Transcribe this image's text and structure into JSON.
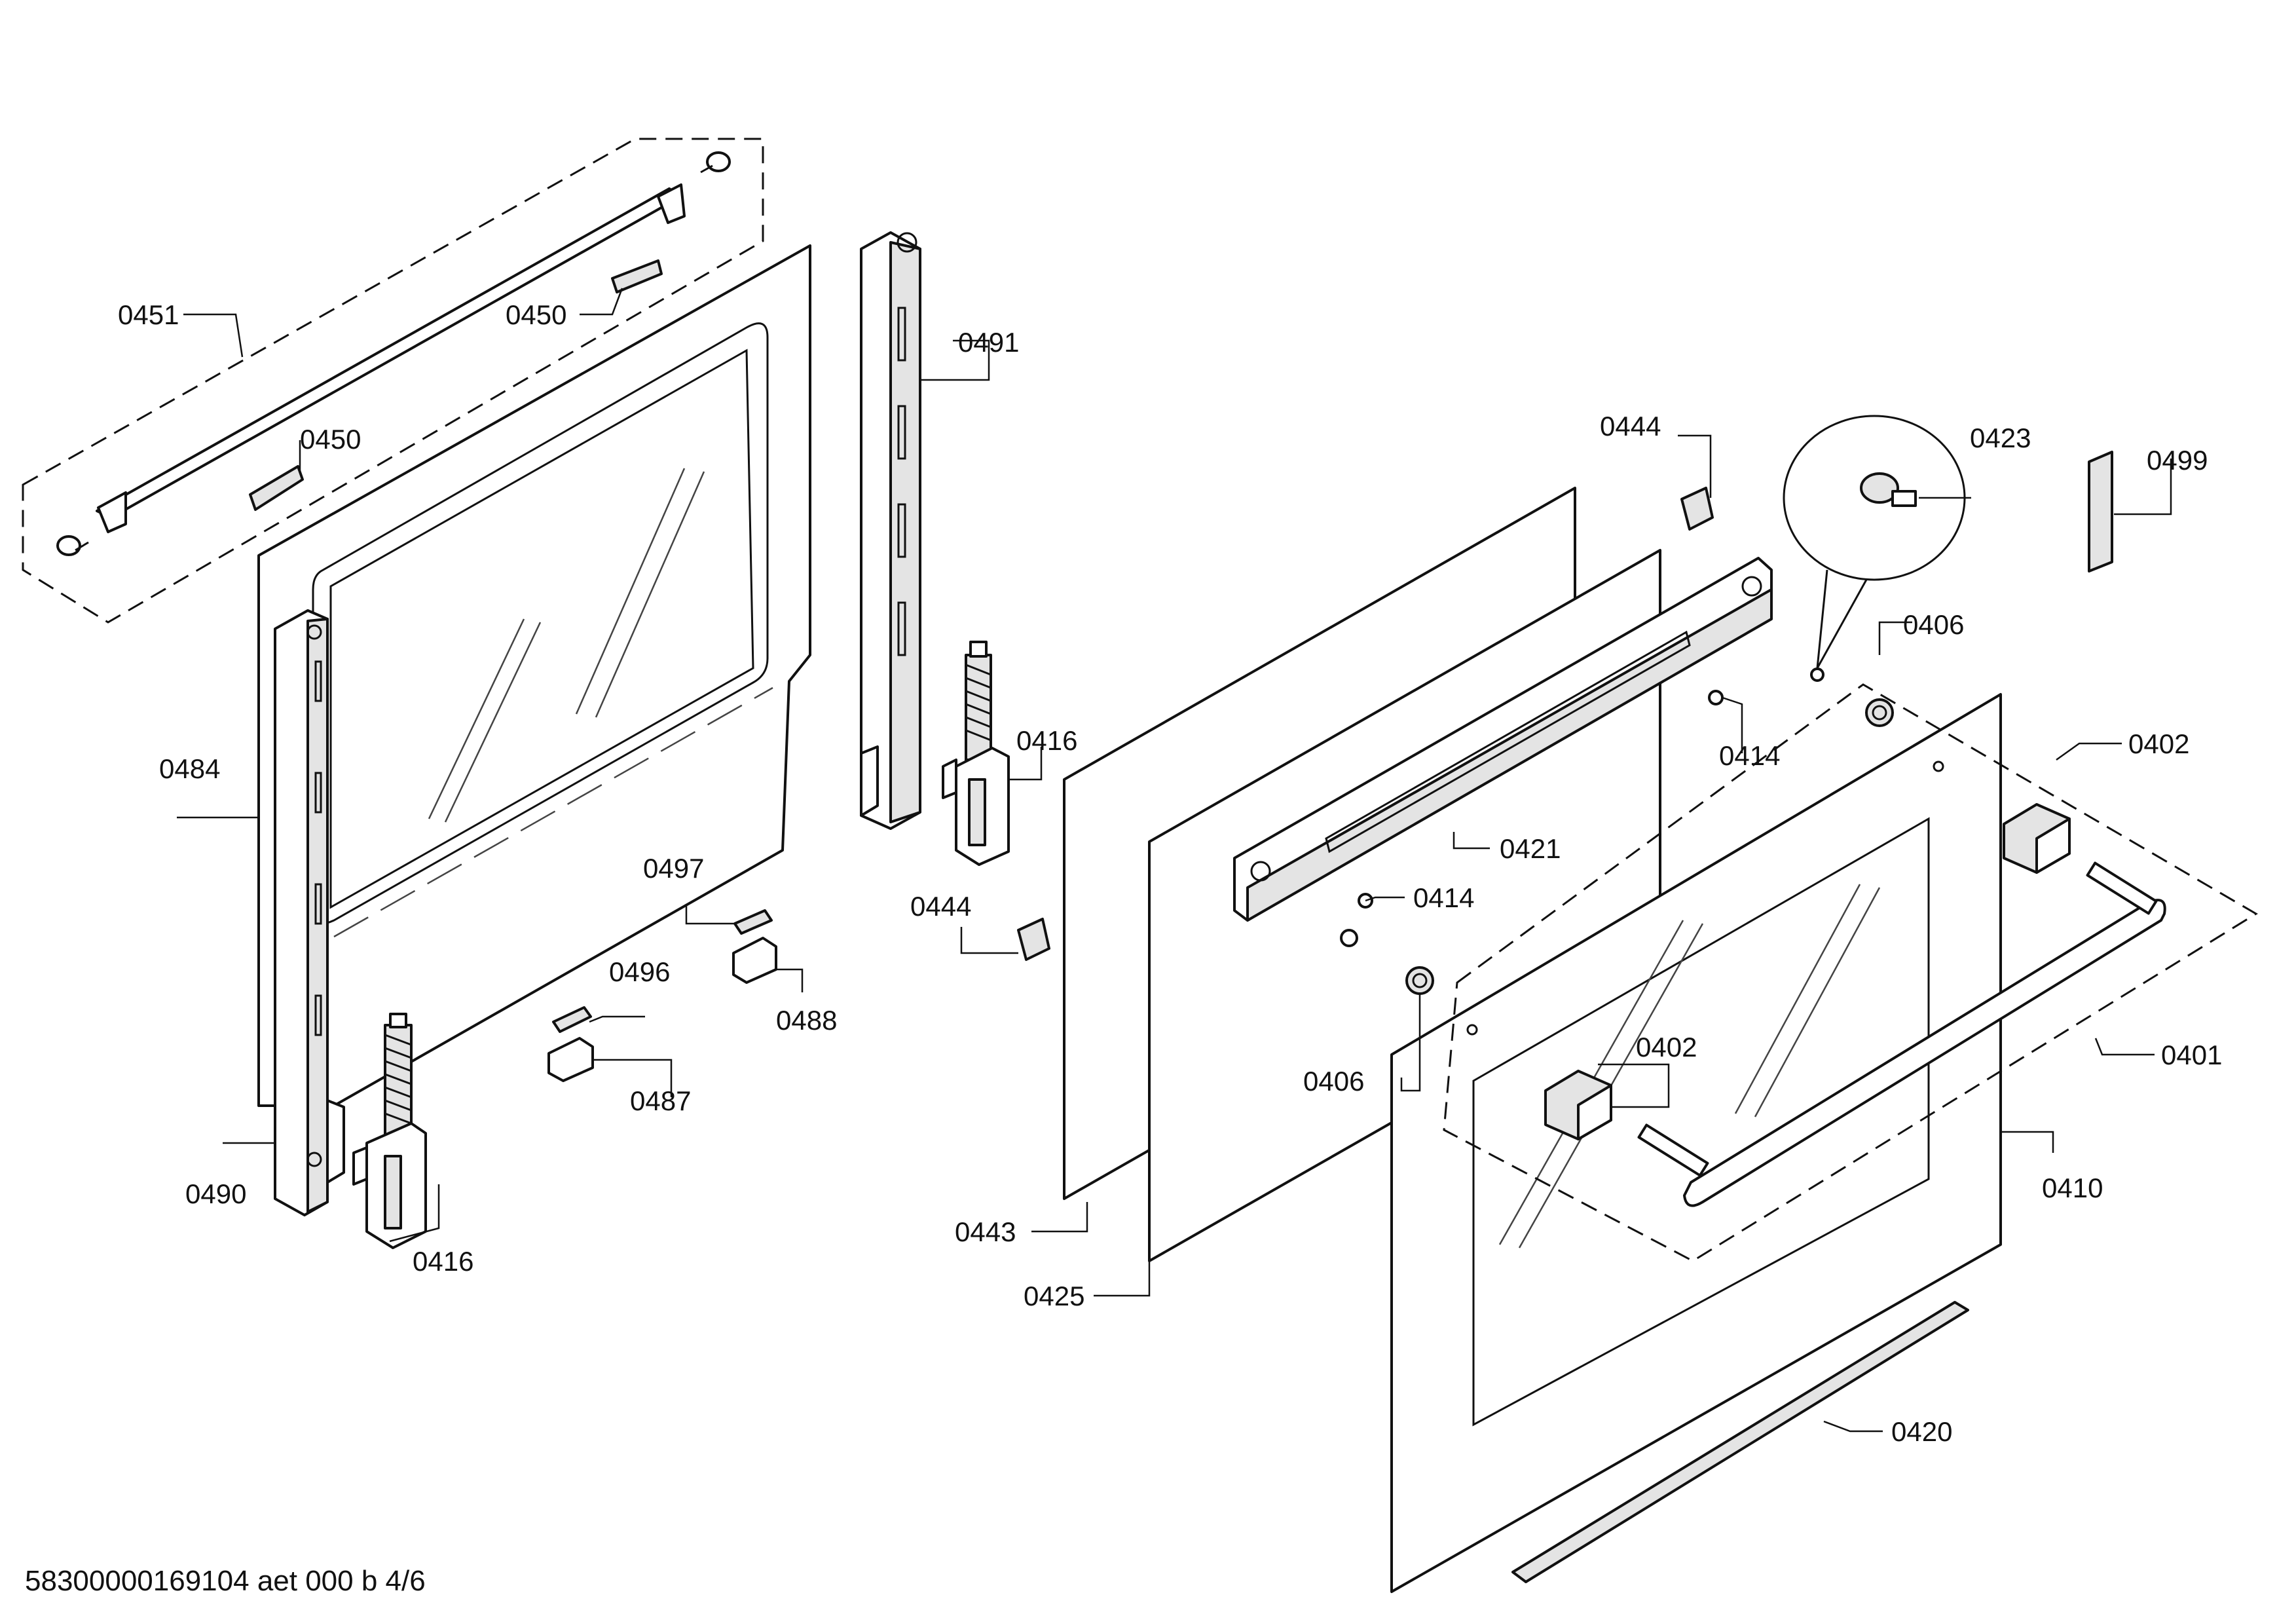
{
  "document_code": "58300000169104 aet 000 b 4/6",
  "part_labels": [
    "0451",
    "0450",
    "0450",
    "0484",
    "0490",
    "0416",
    "0491",
    "0416",
    "0497",
    "0496",
    "0488",
    "0487",
    "0444",
    "0444",
    "0443",
    "0425",
    "0421",
    "0414",
    "0414",
    "0423",
    "0499",
    "0406",
    "0406",
    "0402",
    "0402",
    "0401",
    "0410",
    "0420"
  ],
  "colors": {
    "line": "#111111",
    "background": "#ffffff",
    "shade": "#e4e4e4"
  }
}
